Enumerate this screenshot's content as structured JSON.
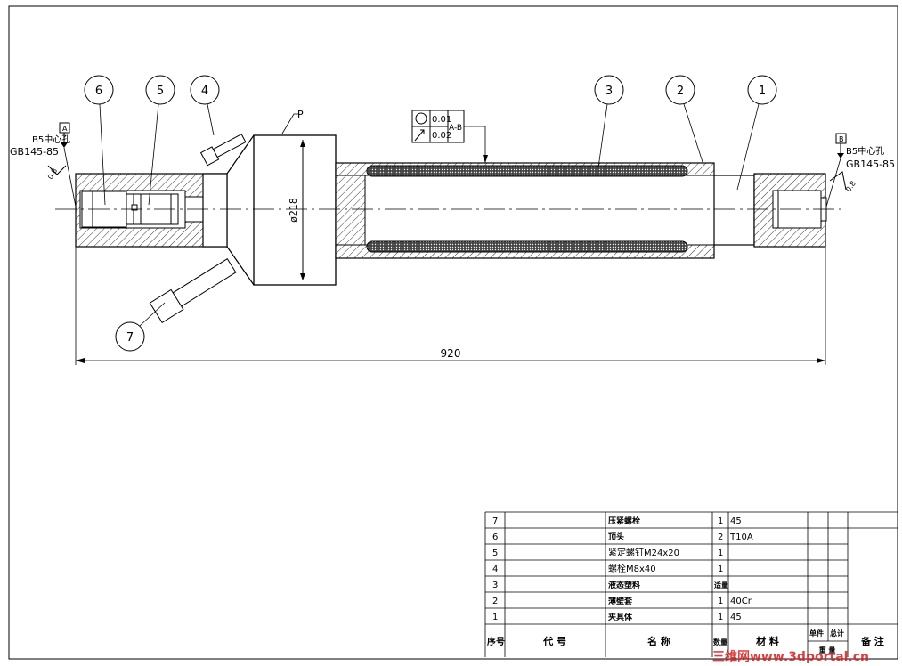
{
  "drawing": {
    "dimension_length": "920",
    "dimension_diameter": "ø218",
    "leader_p": "P",
    "datum_left": {
      "letter": "A",
      "hole_spec": "B5中心孔",
      "standard": "GB145-85",
      "roughness": "0.8"
    },
    "datum_right": {
      "letter": "B",
      "hole_spec": "B5中心孔",
      "standard": "GB145-85",
      "roughness": "0.8"
    },
    "tolerance_frame": {
      "roundness_value": "0.01",
      "runout_value": "0.02",
      "datum_ref": "A-B"
    },
    "balloons": [
      "1",
      "2",
      "3",
      "4",
      "5",
      "6",
      "7"
    ]
  },
  "bom": {
    "rows": [
      {
        "no": "7",
        "code": "",
        "name": "压紧螺栓",
        "qty": "1",
        "material": "45"
      },
      {
        "no": "6",
        "code": "",
        "name": "顶头",
        "qty": "2",
        "material": "T10A"
      },
      {
        "no": "5",
        "code": "",
        "name": "紧定螺钉M24x20",
        "qty": "1",
        "material": ""
      },
      {
        "no": "4",
        "code": "",
        "name": "螺栓M8x40",
        "qty": "1",
        "material": ""
      },
      {
        "no": "3",
        "code": "",
        "name": "液态塑料",
        "qty": "适量",
        "material": ""
      },
      {
        "no": "2",
        "code": "",
        "name": "薄壁套",
        "qty": "1",
        "material": "40Cr"
      },
      {
        "no": "1",
        "code": "",
        "name": "夹具体",
        "qty": "1",
        "material": "45"
      }
    ],
    "header": {
      "no": "序号",
      "code": "代 号",
      "name": "名 称",
      "qty": "数量",
      "material": "材 料",
      "unit_weight": "单件",
      "total_weight": "总计",
      "weight": "重 量",
      "remark": "备 注"
    }
  },
  "watermark": "三维网www.3dportal.cn"
}
